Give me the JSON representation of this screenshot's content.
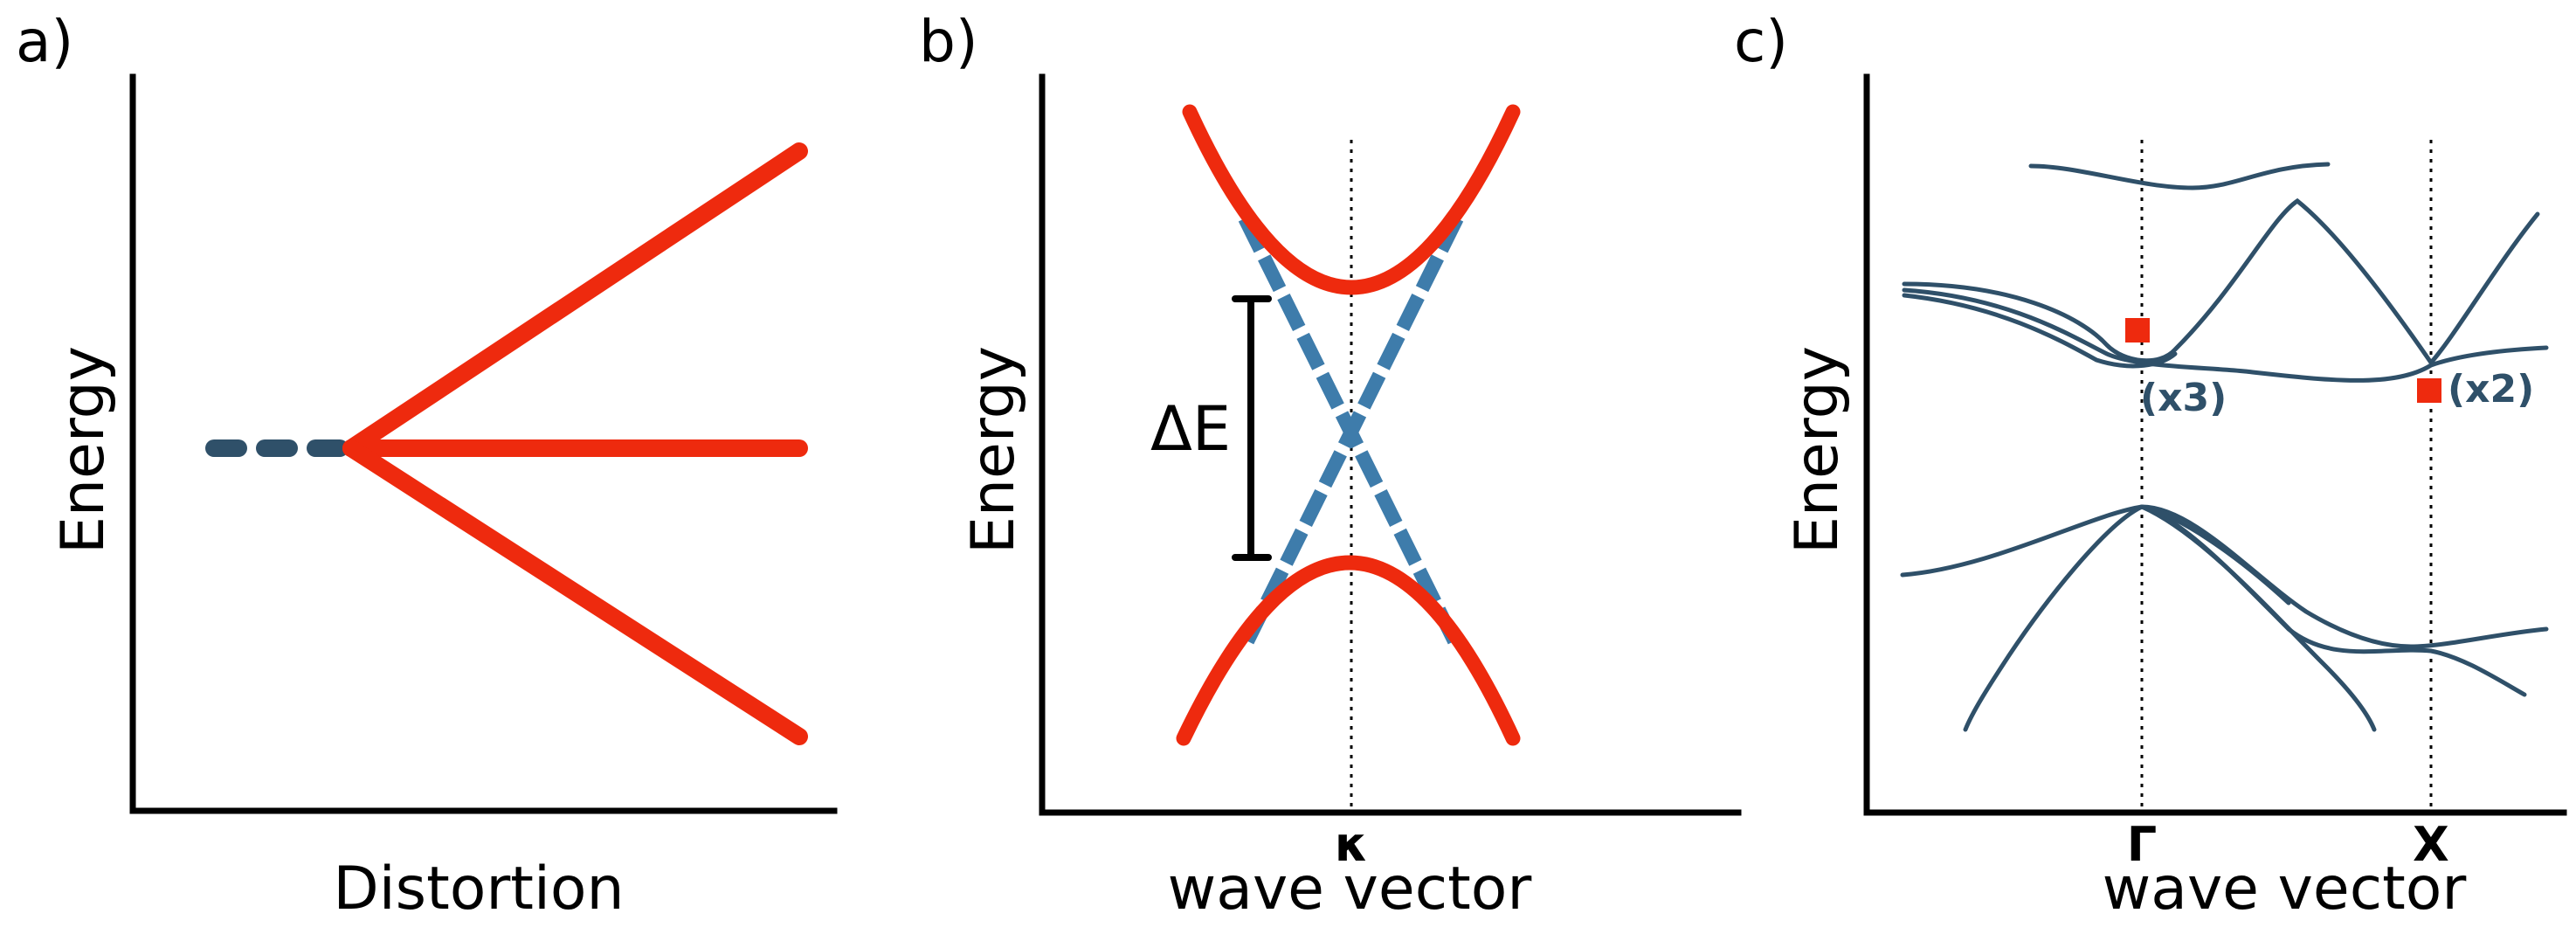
{
  "colors": {
    "red": "#ee2a0e",
    "slate": "#2f5069",
    "blue_dash": "#3e7cab",
    "axis": "#000000"
  },
  "panel_a": {
    "letter": "a)",
    "y_label": "Energy",
    "x_label": "Distortion",
    "branches": [
      "upper",
      "middle",
      "lower"
    ]
  },
  "panel_b": {
    "letter": "b)",
    "y_label": "Energy",
    "x_label": "wave vector",
    "tick": "κ",
    "gap_label": "ΔE"
  },
  "panel_c": {
    "letter": "c)",
    "y_label": "Energy",
    "x_label": "wave vector",
    "ticks": [
      "Γ",
      "X"
    ],
    "degeneracy_labels": [
      "(x3)",
      "(x2)"
    ]
  }
}
